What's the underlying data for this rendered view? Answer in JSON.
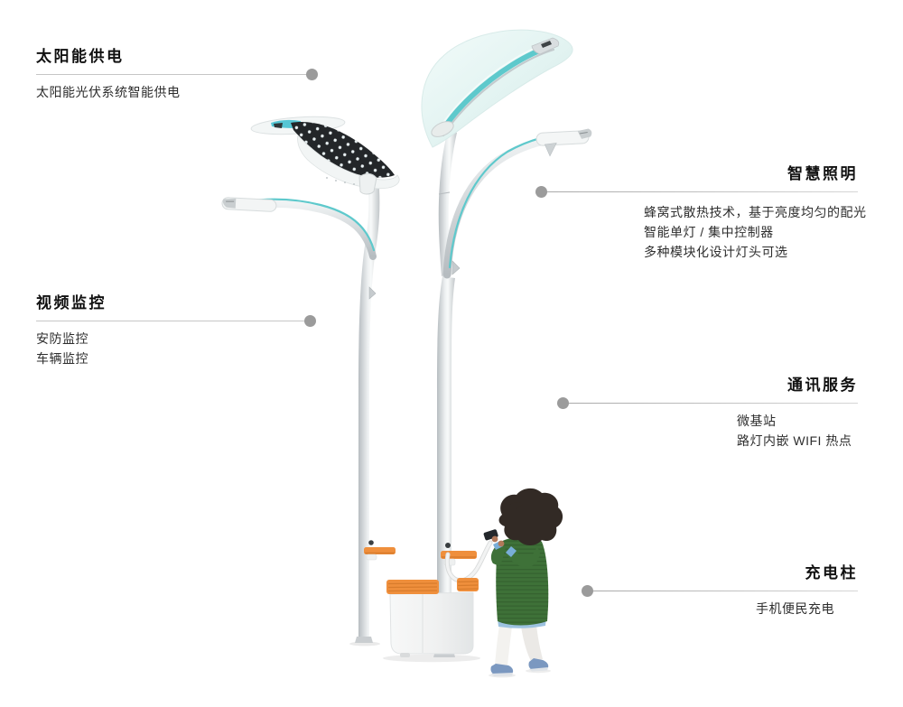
{
  "labels": {
    "solar_power": {
      "title": "太阳能供电",
      "desc": [
        "太阳能光伏系统智能供电"
      ]
    },
    "smart_lighting": {
      "title": "智慧照明",
      "desc": [
        "蜂窝式散热技术，基于亮度均匀的配光",
        "智能单灯 / 集中控制器",
        "多种模块化设计灯头可选"
      ]
    },
    "video_monitoring": {
      "title": "视频监控",
      "desc": [
        "安防监控",
        "车辆监控"
      ]
    },
    "communication_service": {
      "title": "通讯服务",
      "desc": [
        "微基站",
        "路灯内嵌 WIFI 热点"
      ]
    },
    "charging_pillar": {
      "title": "充电柱",
      "desc": [
        "手机便民充电"
      ]
    }
  },
  "colors": {
    "accent_teal": "#5ec9cc",
    "accent_orange": "#ef8f3c",
    "solar_panel_dark": "#232629",
    "leader_line": "#c6c6c6",
    "leader_dot": "#9b9b9b",
    "title_text": "#111111",
    "desc_text": "#2e2e2e",
    "pole_silver": "#d6dadd",
    "canopy_glass": "#ddf0ee",
    "sweater_green": "#3e7138",
    "jeans_blue": "#7b98c0"
  }
}
